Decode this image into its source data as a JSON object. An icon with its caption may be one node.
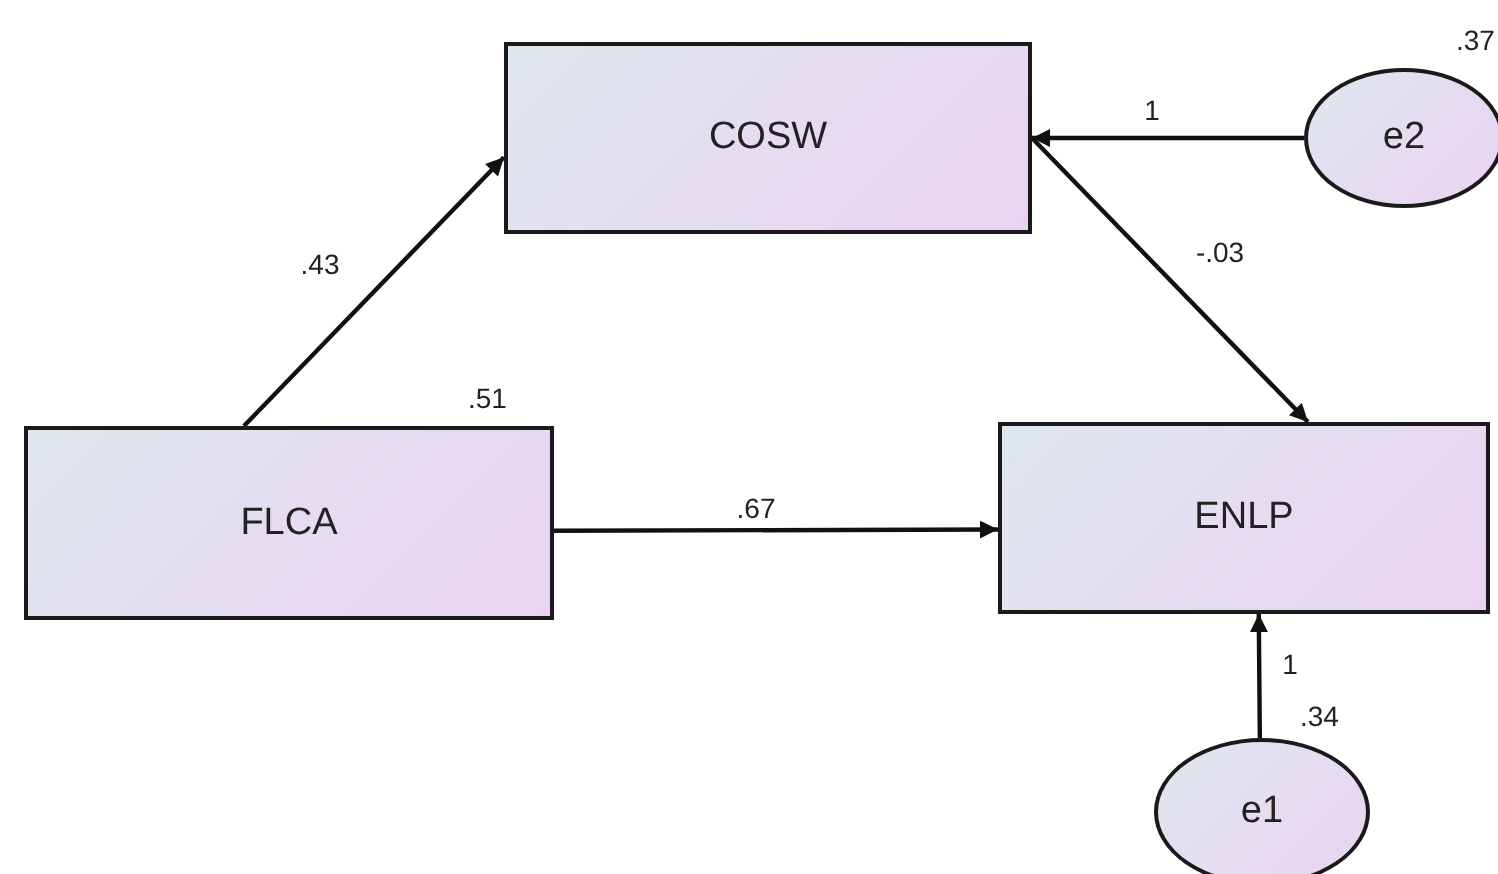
{
  "diagram": {
    "nodes": [
      {
        "text": [
          "COSW"
        ]
      },
      {
        "text": [
          "e2"
        ],
        "beside": [
          ".37"
        ]
      },
      {
        "text": [
          "FLCA"
        ],
        "beside": [
          ".51"
        ]
      },
      {
        "text": [
          "ENLP"
        ]
      },
      {
        "text": [
          "e1"
        ],
        "beside": [
          ".34"
        ]
      }
    ],
    "edges": [
      {
        "from": 2,
        "to": 0,
        "arrow": "to",
        "label": ".43"
      },
      {
        "from": 1,
        "to": 0,
        "arrow": "to",
        "label": "1"
      },
      {
        "from": 0,
        "to": 3,
        "arrow": "to",
        "label": "-.03"
      },
      {
        "from": 2,
        "to": 3,
        "arrow": "to",
        "label": ".67"
      },
      {
        "from": 4,
        "to": 3,
        "arrow": "to",
        "label": "1"
      }
    ]
  }
}
